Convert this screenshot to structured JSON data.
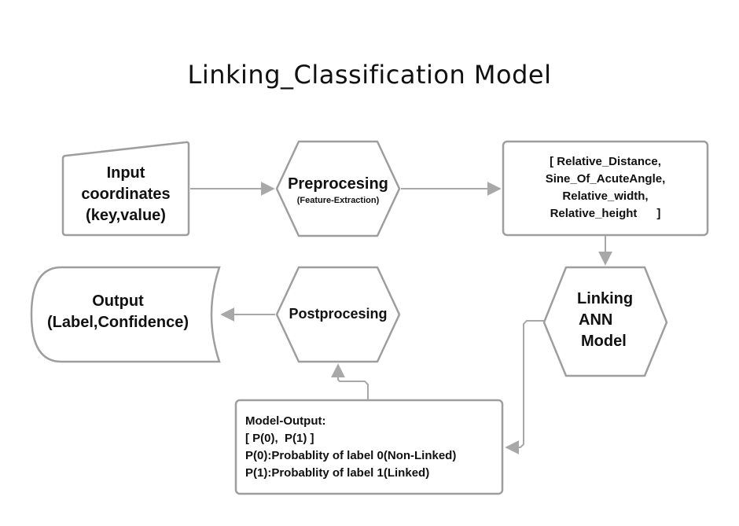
{
  "title": "Linking_Classification Model",
  "nodes": {
    "input": {
      "lines": [
        "Input",
        "coordinates",
        "(key,value)"
      ]
    },
    "preprocessing": {
      "label": "Preprocesing",
      "sublabel": "(Feature-Extraction)"
    },
    "features": {
      "lines": [
        "[  Relative_Distance,",
        "Sine_Of_AcuteAngle,",
        "Relative_width,",
        "Relative_height      ]"
      ]
    },
    "ann_model": {
      "lines": [
        "Linking",
        "ANN",
        "Model"
      ]
    },
    "model_output": {
      "lines": [
        "Model-Output:",
        "[ P(0),  P(1) ]",
        "P(0):Probablity of label 0(Non-Linked)",
        "P(1):Probablity of label 1(Linked)"
      ]
    },
    "postprocessing": {
      "label": "Postprocesing"
    },
    "output": {
      "lines": [
        "Output",
        "(Label,Confidence)"
      ]
    }
  },
  "colors": {
    "stroke": "#9e9e9e",
    "arrow": "#a8a8a8",
    "text": "#111111",
    "background": "#ffffff"
  }
}
